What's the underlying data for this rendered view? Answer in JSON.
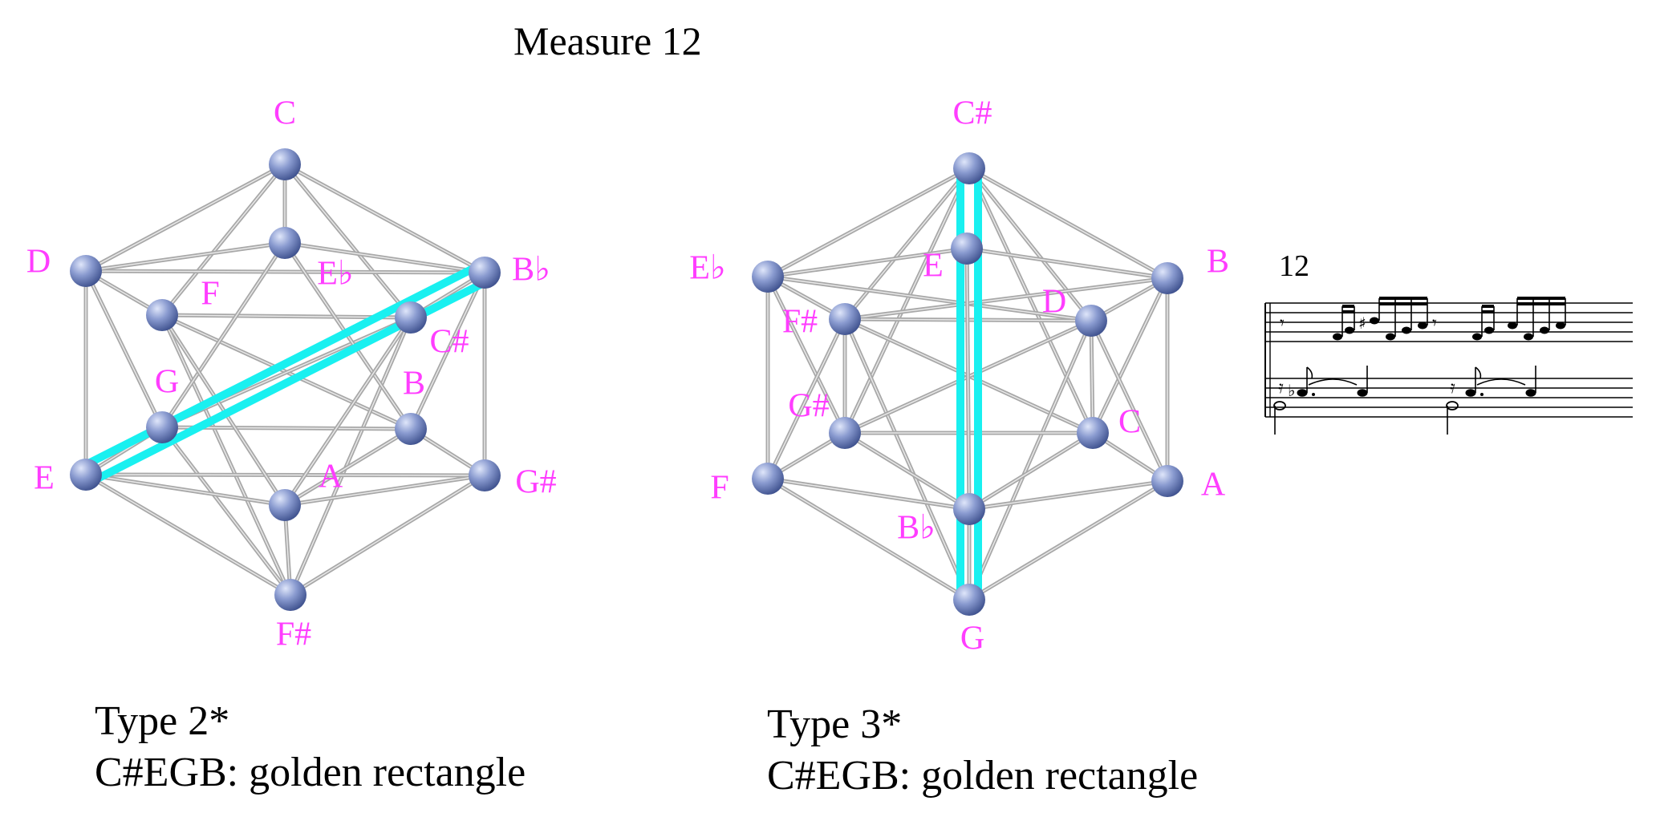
{
  "title": "Measure 12",
  "colors": {
    "label": "#ff3dff",
    "highlight": "#19f0f0",
    "edge": "#a8a8a8",
    "node_light": "#c9d4f0",
    "node_dark": "#4a5f9c"
  },
  "left_diagram": {
    "labels": {
      "C": "C",
      "D": "D",
      "Eb": "E♭",
      "Bb": "B♭",
      "F": "F",
      "Cs": "C#",
      "G": "G",
      "B": "B",
      "E": "E",
      "A": "A",
      "Gs": "G#",
      "Fs": "F#"
    },
    "highlight_edge": [
      "E",
      "Bb"
    ],
    "caption_line1": "Type 2*",
    "caption_line2": "C#EGB: golden rectangle"
  },
  "right_diagram": {
    "labels": {
      "Cs": "C#",
      "Eb": "E♭",
      "E": "E",
      "B": "B",
      "D": "D",
      "Fs": "F#",
      "Gs": "G#",
      "C": "C",
      "F": "F",
      "A": "A",
      "Bb": "B♭",
      "G": "G"
    },
    "highlight_edge": [
      "Cs",
      "G"
    ],
    "caption_line1": "Type 3*",
    "caption_line2": "C#EGB: golden rectangle"
  },
  "score": {
    "measure_number": "12"
  }
}
